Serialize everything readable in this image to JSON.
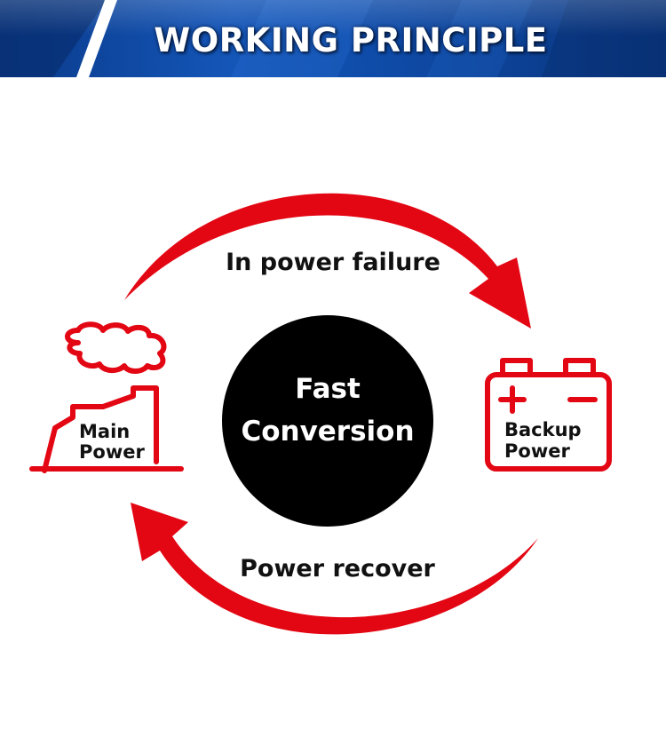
{
  "header": {
    "title": "WORKING PRINCIPLE"
  },
  "diagram": {
    "center": {
      "line1": "Fast",
      "line2": "Conversion"
    },
    "arrows": {
      "top_label": "In power failure",
      "bottom_label": "Power recover"
    },
    "nodes": {
      "main": {
        "line1": "Main",
        "line2": "Power",
        "icon": "factory-icon"
      },
      "backup": {
        "line1": "Backup",
        "line2": "Power",
        "icon": "battery-icon"
      }
    }
  },
  "colors": {
    "accent_red": "#e30613",
    "banner_blue": "#0b3d8c",
    "center_fill": "#000000"
  }
}
